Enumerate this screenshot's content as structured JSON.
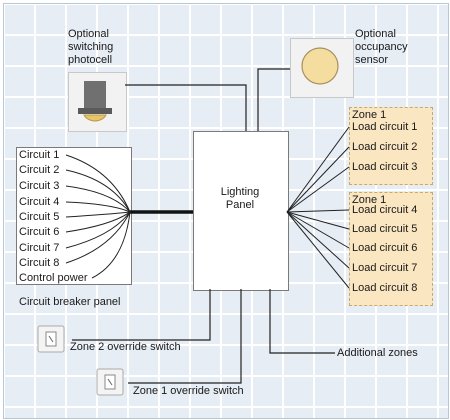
{
  "photocell": {
    "label_line1": "Optional",
    "label_line2": "switching",
    "label_line3": "photocell"
  },
  "occupancy": {
    "label_line1": "Optional",
    "label_line2": "occupancy",
    "label_line3": "sensor"
  },
  "panel": {
    "label_line1": "Lighting",
    "label_line2": "Panel"
  },
  "breaker": {
    "items": [
      "Circuit 1",
      "Circuit 2",
      "Circuit 3",
      "Circuit 4",
      "Circuit 5",
      "Circuit 6",
      "Circuit 7",
      "Circuit 8",
      "Control power"
    ],
    "caption": "Circuit breaker panel"
  },
  "zones_right": [
    {
      "title": "Zone 1",
      "loads": [
        "Load circuit 1",
        "Load circuit 2",
        "Load circuit 3"
      ]
    },
    {
      "title": "Zone 1",
      "loads": [
        "Load circuit 4",
        "Load circuit 5",
        "Load circuit 6",
        "Load circuit 7",
        "Load circuit 8"
      ]
    }
  ],
  "switches": {
    "zone2": "Zone 2 override switch",
    "zone1": "Zone 1 override switch"
  },
  "additional": "Additional zones",
  "colors": {
    "zone_fill": "#fbe6c2",
    "zone_border": "#c9a86a",
    "grid": "#e6edf4"
  }
}
